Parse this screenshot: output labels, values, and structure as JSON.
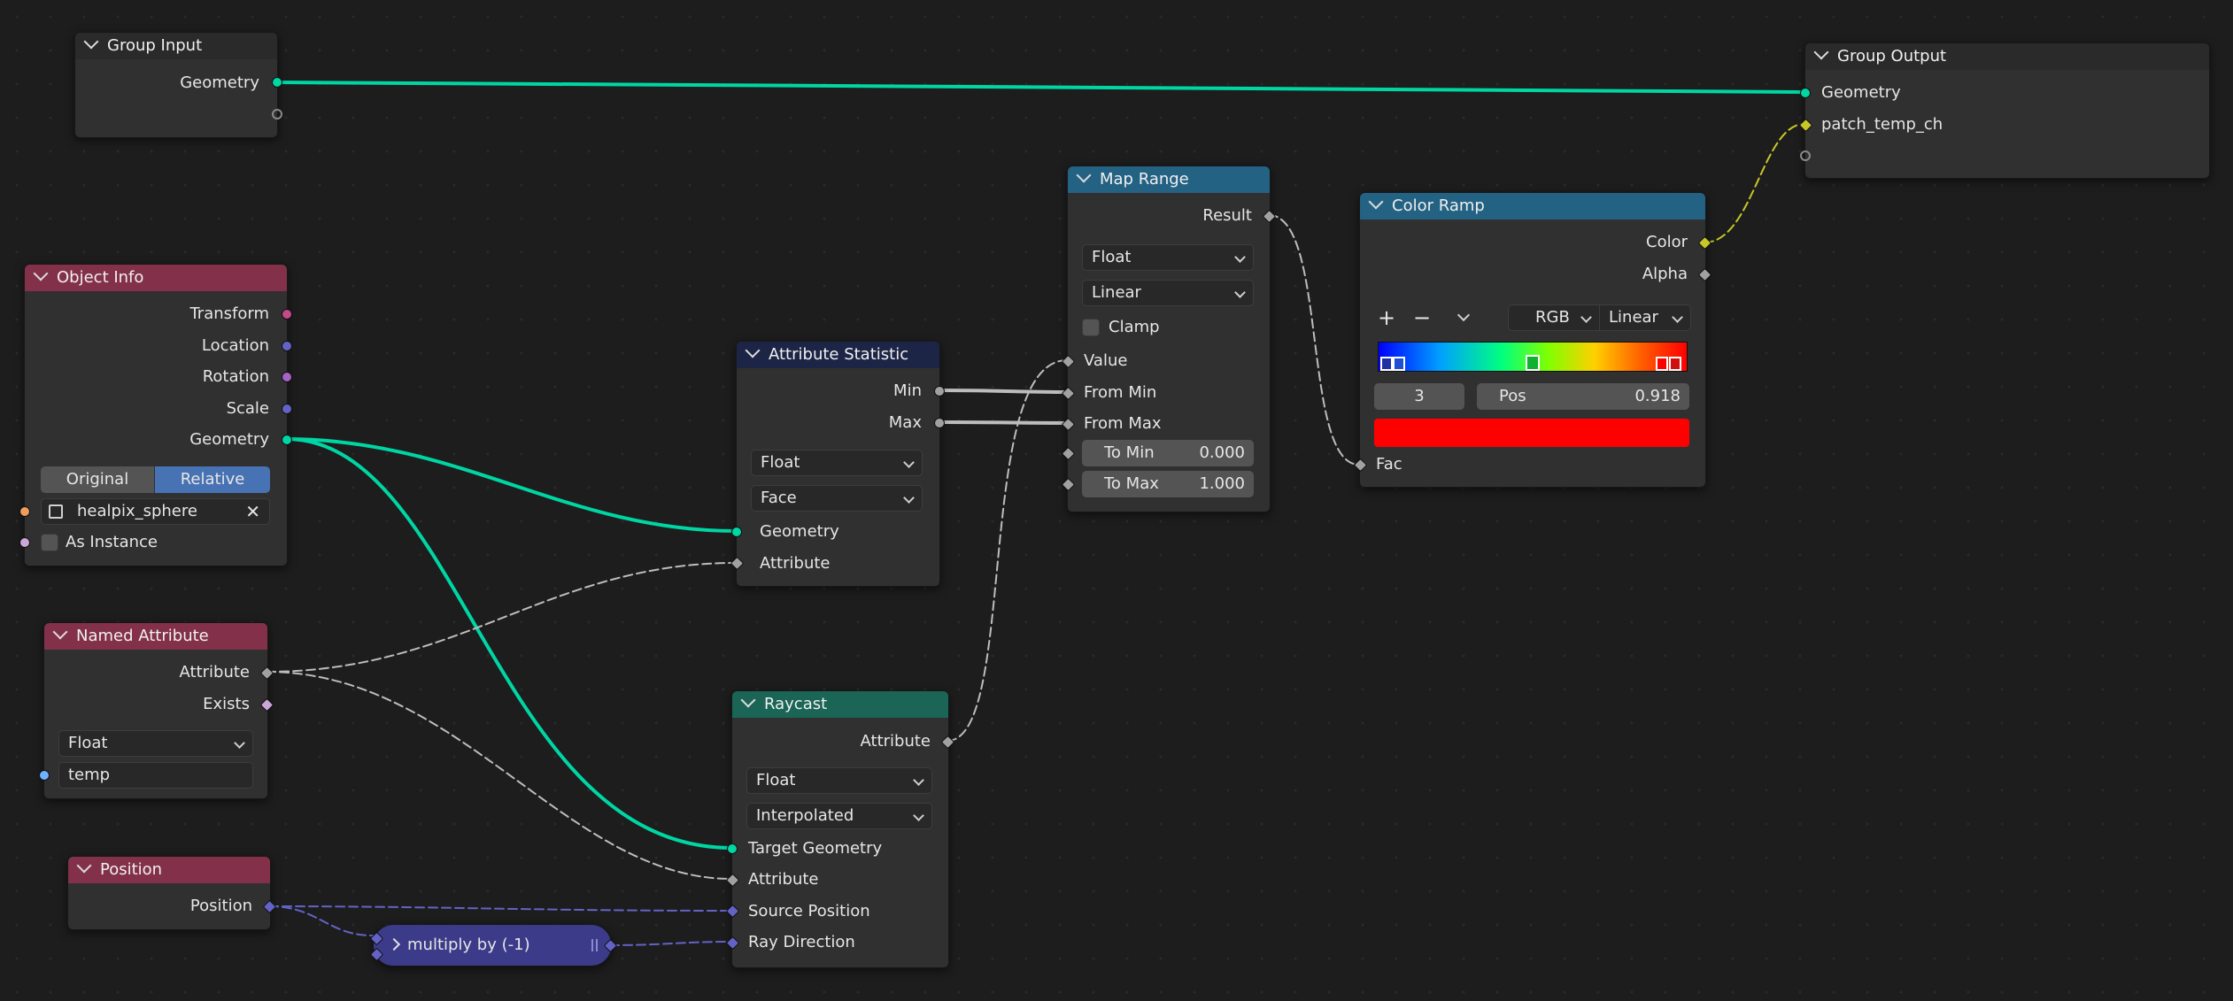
{
  "colors": {
    "geometry": "#00d6a3",
    "float": "#a1a1a1",
    "vector": "#6363c7",
    "color_socket": "#c7c729",
    "boolean": "#cca6d6",
    "string": "#70b2ff",
    "object": "#ed9e5c",
    "matrix": "#c24a8a",
    "rotation": "#a663c7",
    "header_group": "#2a2a2a",
    "header_input": "#83314a",
    "header_converter": "#246283",
    "header_attribute": "#1d2546",
    "header_geometry": "#1b6557",
    "accent_blue": "#4772b3",
    "ramp_swatch": "#ff0000"
  },
  "nodes": {
    "group_input": {
      "title": "Group Input",
      "geometry": "Geometry"
    },
    "group_output": {
      "title": "Group Output",
      "geometry": "Geometry",
      "patch": "patch_temp_ch"
    },
    "object_info": {
      "title": "Object Info",
      "transform": "Transform",
      "location": "Location",
      "rotation": "Rotation",
      "scale": "Scale",
      "geometry": "Geometry",
      "original": "Original",
      "relative": "Relative",
      "object_name": "healpix_sphere",
      "as_instance": "As Instance"
    },
    "named_attribute": {
      "title": "Named Attribute",
      "attribute": "Attribute",
      "exists": "Exists",
      "type": "Float",
      "name": "temp"
    },
    "position": {
      "title": "Position",
      "position": "Position"
    },
    "multiply": {
      "label": "multiply by (-1)"
    },
    "attribute_statistic": {
      "title": "Attribute Statistic",
      "min": "Min",
      "max": "Max",
      "type": "Float",
      "domain": "Face",
      "geometry": "Geometry",
      "attribute": "Attribute"
    },
    "raycast": {
      "title": "Raycast",
      "attribute_out": "Attribute",
      "type": "Float",
      "mapping": "Interpolated",
      "target": "Target Geometry",
      "attribute_in": "Attribute",
      "source": "Source Position",
      "ray": "Ray Direction"
    },
    "map_range": {
      "title": "Map Range",
      "result": "Result",
      "type": "Float",
      "interp": "Linear",
      "clamp": "Clamp",
      "value": "Value",
      "from_min": "From Min",
      "from_max": "From Max",
      "to_min_label": "To Min",
      "to_min_value": "0.000",
      "to_max_label": "To Max",
      "to_max_value": "1.000"
    },
    "color_ramp": {
      "title": "Color Ramp",
      "color": "Color",
      "alpha": "Alpha",
      "plus": "+",
      "minus": "−",
      "mode": "RGB",
      "interp": "Linear",
      "index": "3",
      "pos_label": "Pos",
      "pos_value": "0.918",
      "fac": "Fac"
    }
  }
}
